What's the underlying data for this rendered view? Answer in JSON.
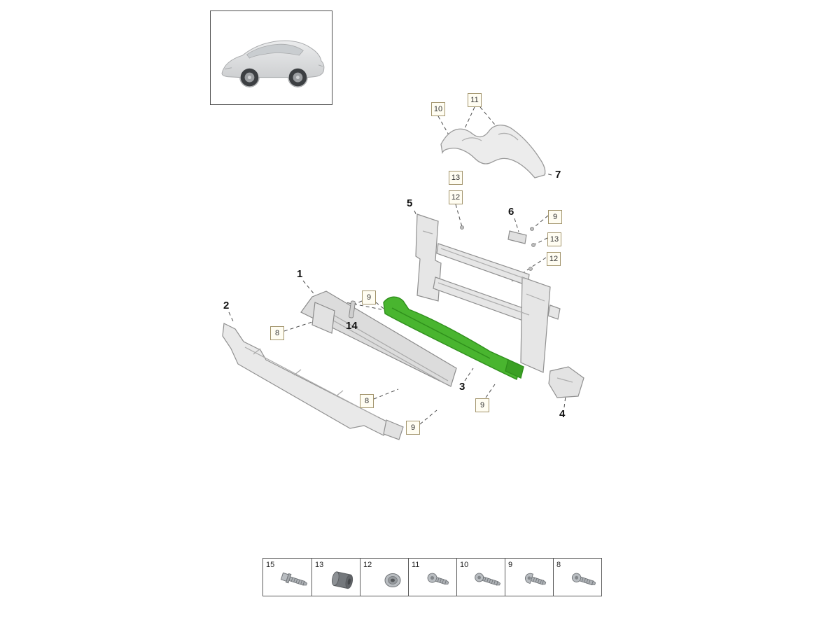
{
  "colors": {
    "highlight_green": "#49b52f",
    "highlight_green_dark": "#2f8f1c",
    "callout_border": "#a2946c",
    "callout_bg": "#fffdf2",
    "line_gray": "#8c8c8c",
    "text_dark": "#111111"
  },
  "thumbnail": {
    "icon": "car-side-view-icon"
  },
  "callouts": {
    "boxed": [
      {
        "id": "10"
      },
      {
        "id": "11"
      },
      {
        "id": "13"
      },
      {
        "id": "12"
      },
      {
        "id": "9"
      },
      {
        "id": "13"
      },
      {
        "id": "12"
      },
      {
        "id": "9"
      },
      {
        "id": "8"
      },
      {
        "id": "8"
      },
      {
        "id": "9"
      },
      {
        "id": "9"
      }
    ],
    "plain": [
      {
        "id": "7"
      },
      {
        "id": "5"
      },
      {
        "id": "6"
      },
      {
        "id": "1"
      },
      {
        "id": "2"
      },
      {
        "id": "14"
      },
      {
        "id": "3"
      },
      {
        "id": "4"
      }
    ]
  },
  "parts": {
    "highlighted_part": "3"
  },
  "legend": {
    "items": [
      {
        "number": "15",
        "icon": "hex-head-screw-icon"
      },
      {
        "number": "13",
        "icon": "rubber-bushing-icon"
      },
      {
        "number": "12",
        "icon": "flange-nut-icon"
      },
      {
        "number": "11",
        "icon": "torx-screw-icon"
      },
      {
        "number": "10",
        "icon": "torx-screw-icon"
      },
      {
        "number": "9",
        "icon": "round-head-screw-icon"
      },
      {
        "number": "8",
        "icon": "torx-screw-icon"
      }
    ]
  }
}
